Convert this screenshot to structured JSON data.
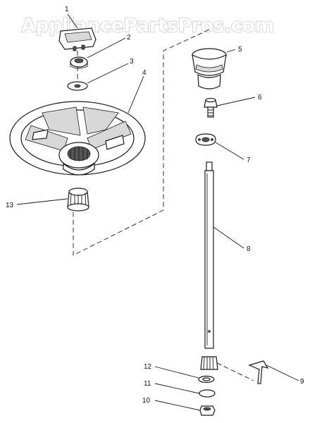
{
  "watermark": "AppliancePartsPros.com",
  "callouts": [
    {
      "id": "1",
      "label": "1"
    },
    {
      "id": "2",
      "label": "2"
    },
    {
      "id": "3",
      "label": "3"
    },
    {
      "id": "4",
      "label": "4"
    },
    {
      "id": "5",
      "label": "5"
    },
    {
      "id": "6",
      "label": "6"
    },
    {
      "id": "7",
      "label": "7"
    },
    {
      "id": "8",
      "label": "8"
    },
    {
      "id": "9",
      "label": "9"
    },
    {
      "id": "10",
      "label": "10"
    },
    {
      "id": "11",
      "label": "11"
    },
    {
      "id": "12",
      "label": "12"
    },
    {
      "id": "13",
      "label": "13"
    }
  ]
}
